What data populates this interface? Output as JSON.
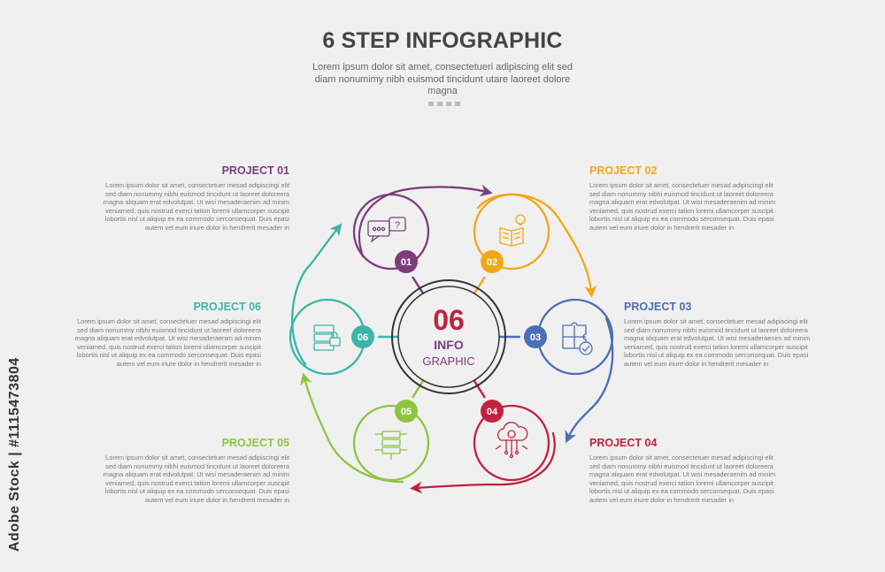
{
  "header": {
    "title": "6 STEP INFOGRAPHIC",
    "subtitle": "Lorem ipsum dolor sit amet, consectetueri adipiscing elit sed diam nonumimy nibh euismod tincidunt utare laoreet dolore magna"
  },
  "center": {
    "number": "06",
    "line1": "INFO",
    "line2": "GRAPHIC"
  },
  "colors": {
    "p1": "#7d3c7d",
    "p2": "#f0a818",
    "p3": "#4a6fb5",
    "p4": "#c0223f",
    "p5": "#8bc53f",
    "p6": "#3bb5a8"
  },
  "projects": [
    {
      "title": "PROJECT 01",
      "badge": "01",
      "icon": "chat-icon",
      "body": "Lorem ipsum dolor sit amet, consectetuer mesad adipiscingi elit sed diam nonummy nibhi euismod tincidunt ut laoreet doloreera magna aliquam erat edvolutpat. Ut wisi mesaderaenim ad minim veniamed, quis nostrud exerci tation loremi ullamcorper suscipit lobortis nisl ut aliquip ex ea commodo serconsequat. Duis epasi autem vel eum iriure dolor in hendrerit mesader in"
    },
    {
      "title": "PROJECT 02",
      "badge": "02",
      "icon": "book-idea-icon",
      "body": "Lorem ipsum dolor sit amet, consectetuer mesad adipiscingi elit sed diam nonummy nibhi euismod tincidunt ut laoreet doloreera magna aliquam erat edvolutpat. Ut wisi mesaderaenim ad minim veniamed, quis nostrud exerci tation loremi ullamcorper suscipit lobortis nisl ut aliquip ex ea commodo serconsequat. Duis epasi autem vel eum iriure dolor in hendrerit mesader in"
    },
    {
      "title": "PROJECT 03",
      "badge": "03",
      "icon": "puzzle-check-icon",
      "body": "Lorem ipsum dolor sit amet, consectetuer mesad adipiscingi elit sed diam nonummy nibhi euismod tincidunt ut laoreet doloreera magna aliquam erat edvolutpat. Ut wisi mesaderaenim ad minim veniamed, quis nostrud exerci tation loremi ullamcorper suscipit lobortis nisl ut aliquip ex ea commodo serconsequat. Duis epasi autem vel eum iriure dolor in hendrerit mesader in"
    },
    {
      "title": "PROJECT 04",
      "badge": "04",
      "icon": "cloud-gear-icon",
      "body": "Lorem ipsum dolor sit amet, consectetuer mesad adipiscingi elit sed diam nonummy nibhi euismod tincidunt ut laoreet doloreera magna aliquam erat edvolutpat. Ut wisi mesaderaenim ad minim veniamed, quis nostrud exerci tation loremi ullamcorper suscipit lobortis nisl ut aliquip ex ea commodo serconsequat. Duis epasi autem vel eum iriure dolor in hendrerit mesader in"
    },
    {
      "title": "PROJECT 05",
      "badge": "05",
      "icon": "server-network-icon",
      "body": "Lorem ipsum dolor sit amet, consectetuer mesad adipiscingi elit sed diam nonummy nibhi euismod tincidunt ut laoreet doloreera magna aliquam erat edvolutpat. Ut wisi mesaderaenim ad minim veniamed, quis nostrud exerci tation loremi ullamcorper suscipit lobortis nisl ut aliquip ex ea commodo serconsequat. Duis epasi autem vel eum iriure dolor in hendrerit mesader in"
    },
    {
      "title": "PROJECT 06",
      "badge": "06",
      "icon": "server-lock-icon",
      "body": "Lorem ipsum dolor sit amet, consectetuer mesad adipiscingi elit sed diam nonummy nibhi euismod tincidunt ut laoreet doloreera magna aliquam erat edvolutpat. Ut wisi mesaderaenim ad minim veniamed, quis nostrud exerci tation loremi ullamcorper suscipit lobortis nisl ut aliquip ex ea commodo serconsequat. Duis epasi autem vel eum iriure dolor in hendrerit mesader in"
    }
  ],
  "watermark": "Adobe Stock | #1115473804"
}
